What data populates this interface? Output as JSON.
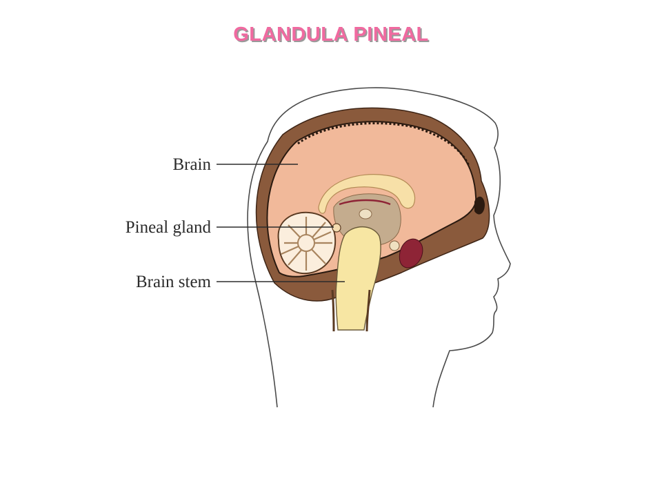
{
  "title": "GLANDULA PINEAL",
  "labels": {
    "brain": "Brain",
    "pineal_gland": "Pineal gland",
    "brain_stem": "Brain stem"
  },
  "colors": {
    "title": "#f06aa0",
    "title_shadow": "#9a9a9a",
    "brain": "#f1b99a",
    "skull": "#8a5a3c",
    "brainstem": "#f7e6a3",
    "midbrain": "#c4ac8e",
    "pituitary": "#8e2436",
    "label_text": "#2b2b2b"
  }
}
